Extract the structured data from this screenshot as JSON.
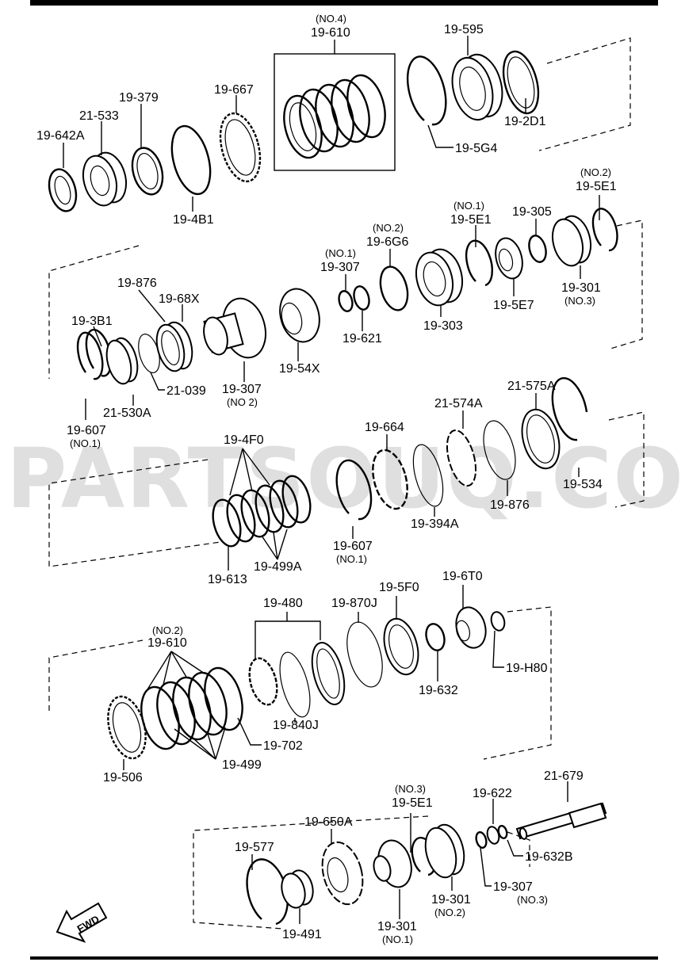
{
  "watermark": "PARTSOUQ.COM",
  "fwd_label": "FWD",
  "labels": {
    "no4": "(NO.4)",
    "p19_610a": "19-610",
    "p19_595": "19-595",
    "p19_2D1": "19-2D1",
    "p19_667": "19-667",
    "p19_379": "19-379",
    "p21_533": "21-533",
    "p19_642A": "19-642A",
    "p19_4B1": "19-4B1",
    "p19_5G4": "19-5G4",
    "no2_5E1": "(NO.2)",
    "p19_5E1a": "19-5E1",
    "no1_5E1": "(NO.1)",
    "p19_5E1b": "19-5E1",
    "p19_305": "19-305",
    "no2_6G6": "(NO.2)",
    "p19_6G6": "19-6G6",
    "no1_307": "(NO.1)",
    "p19_307a": "19-307",
    "p19_876a": "19-876",
    "p19_68X": "19-68X",
    "p19_3B1": "19-3B1",
    "p19_621": "19-621",
    "p19_303": "19-303",
    "p19_5E7": "19-5E7",
    "p19_301a": "19-301",
    "no3_301": "(NO.3)",
    "p19_54X": "19-54X",
    "p19_307b": "19-307",
    "no2_307": "(NO 2)",
    "p21_039": "21-039",
    "p21_530A": "21-530A",
    "p19_607a": "19-607",
    "no1_607a": "(NO.1)",
    "p19_4F0": "19-4F0",
    "p19_664": "19-664",
    "p21_574A": "21-574A",
    "p21_575A": "21-575A",
    "p19_534": "19-534",
    "p19_876b": "19-876",
    "p19_394A": "19-394A",
    "p19_607b": "19-607",
    "no1_607b": "(NO.1)",
    "p19_613": "19-613",
    "p19_499A": "19-499A",
    "p19_480": "19-480",
    "p19_870J": "19-870J",
    "p19_5F0": "19-5F0",
    "p19_6T0": "19-6T0",
    "no2_610": "(NO.2)",
    "p19_610b": "19-610",
    "p19_H80": "19-H80",
    "p19_632": "19-632",
    "p19_840J": "19-840J",
    "p19_702": "19-702",
    "p19_506": "19-506",
    "p19_499": "19-499",
    "no3_5E1": "(NO.3)",
    "p19_5E1c": "19-5E1",
    "p19_622": "19-622",
    "p21_679": "21-679",
    "p19_650A": "19-650A",
    "p19_577": "19-577",
    "p19_632B": "19-632B",
    "p19_307c": "19-307",
    "no3_307": "(NO.3)",
    "p19_301b": "19-301",
    "no2_301": "(NO.2)",
    "p19_491": "19-491",
    "p19_301c": "19-301",
    "no1_301": "(NO.1)"
  }
}
